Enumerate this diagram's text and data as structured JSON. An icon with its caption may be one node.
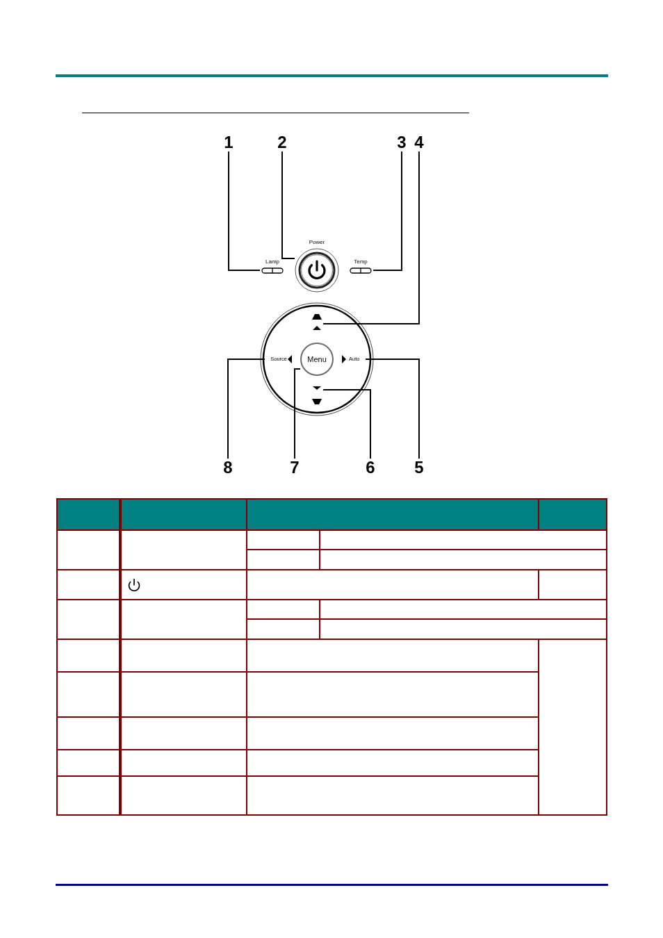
{
  "diagram": {
    "nodes": [
      {
        "text": [
          "1"
        ]
      },
      {
        "text": [
          "2"
        ]
      },
      {
        "text": [
          "3"
        ]
      },
      {
        "text": [
          "4"
        ]
      },
      {
        "text": [
          "Lamp"
        ]
      },
      {
        "text": [
          "Power"
        ]
      },
      {
        "text": [
          "Temp"
        ]
      },
      {
        "text": [],
        "shape": "triangle"
      },
      {
        "text": [
          "Source"
        ]
      },
      {
        "text": [
          "Menu"
        ]
      },
      {
        "text": [
          "Auto"
        ]
      },
      {
        "text": [],
        "shape": "triangle"
      },
      {
        "text": [
          "8"
        ]
      },
      {
        "text": [
          "7"
        ]
      },
      {
        "text": [
          "6"
        ]
      },
      {
        "text": [
          "5"
        ]
      }
    ],
    "edges": [
      {
        "from": 0,
        "to": 4,
        "arrow": "none"
      },
      {
        "from": 1,
        "to": 5,
        "arrow": "none"
      },
      {
        "from": 2,
        "to": 6,
        "arrow": "none"
      },
      {
        "from": 3,
        "to": 7,
        "arrow": "none"
      },
      {
        "from": 15,
        "to": 10,
        "arrow": "none"
      },
      {
        "from": 14,
        "to": 11,
        "arrow": "none"
      },
      {
        "from": 13,
        "to": 9,
        "arrow": "none"
      },
      {
        "from": 12,
        "to": 8,
        "arrow": "none"
      }
    ]
  }
}
